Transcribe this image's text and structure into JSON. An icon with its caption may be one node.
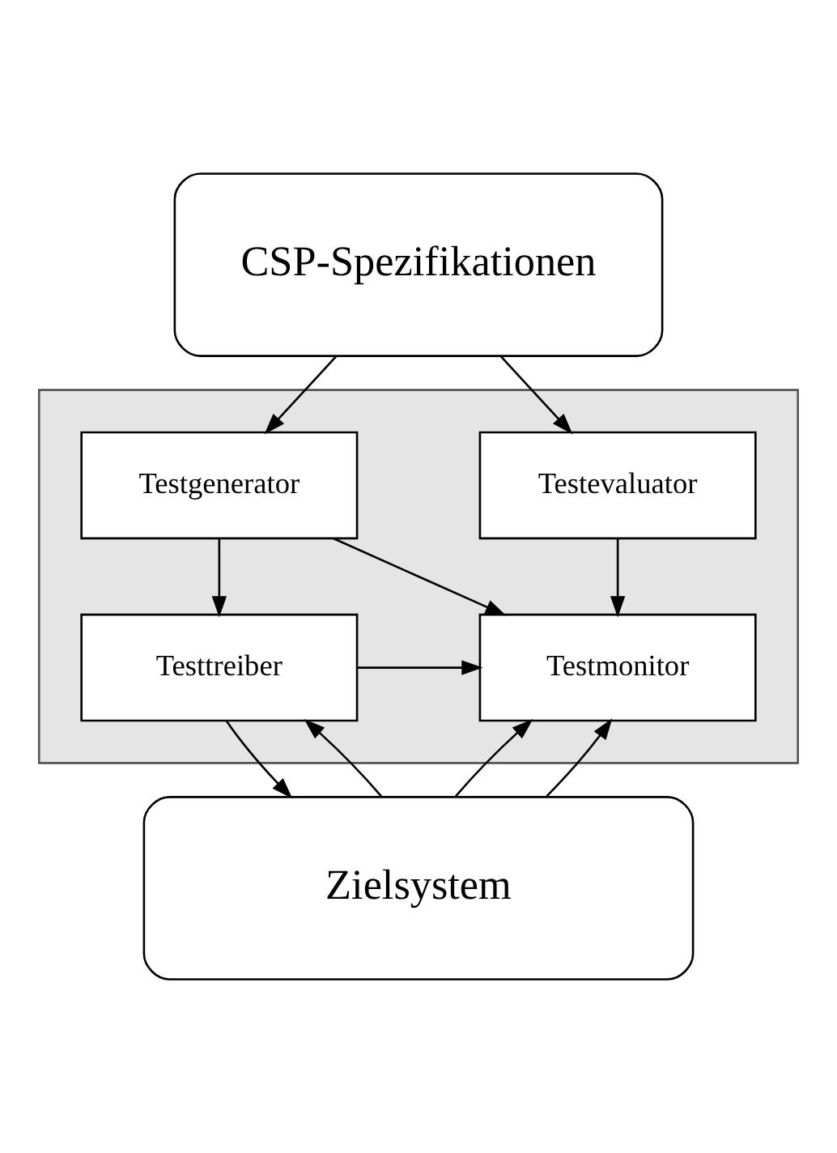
{
  "diagram": {
    "nodes": [
      {
        "text": [
          "CSP-Spezifikationen"
        ]
      },
      {
        "text": [],
        "shape": "box"
      },
      {
        "text": [
          "Testgenerator"
        ],
        "in": 1
      },
      {
        "text": [
          "Testevaluator"
        ],
        "in": 1
      },
      {
        "text": [
          "Testtreiber"
        ],
        "in": 1
      },
      {
        "text": [
          "Testmonitor"
        ],
        "in": 1
      },
      {
        "text": [
          "Zielsystem"
        ]
      }
    ],
    "edges": [
      {
        "from": 0,
        "to": 2,
        "arrow": "to"
      },
      {
        "from": 0,
        "to": 3,
        "arrow": "to"
      },
      {
        "from": 2,
        "to": 4,
        "arrow": "to"
      },
      {
        "from": 2,
        "to": 5,
        "arrow": "to"
      },
      {
        "from": 3,
        "to": 5,
        "arrow": "to"
      },
      {
        "from": 4,
        "to": 5,
        "arrow": "to"
      },
      {
        "from": 4,
        "to": 6,
        "arrow": "to"
      },
      {
        "from": 6,
        "to": 4,
        "arrow": "to"
      },
      {
        "from": 6,
        "to": 5,
        "arrow": "to"
      },
      {
        "from": 6,
        "to": 5,
        "arrow": "to"
      }
    ]
  }
}
